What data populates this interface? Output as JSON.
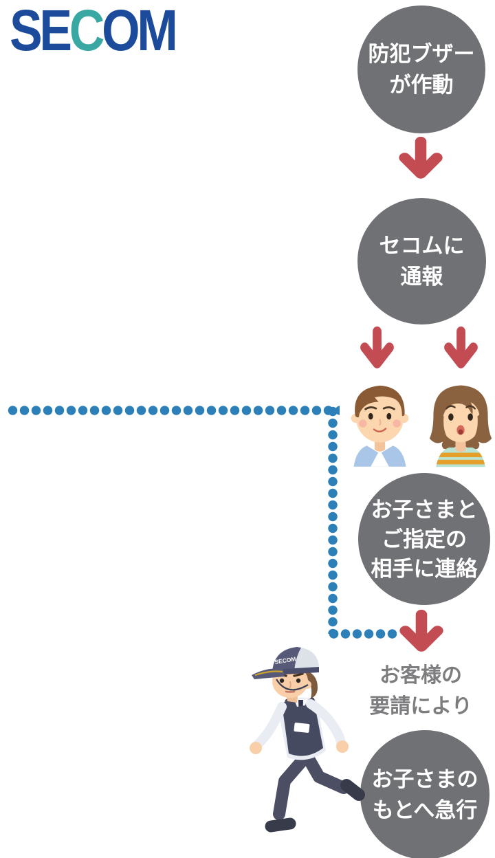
{
  "logo": {
    "brand": "SECOM",
    "part_se": "SE",
    "part_c": "C",
    "part_om": "OM",
    "blue": "#1c4b9c",
    "teal": "#3aa8a2"
  },
  "flow": {
    "step1": {
      "line1": "防犯ブザー",
      "line2": "が作動"
    },
    "step2": {
      "line1": "セコムに",
      "line2": "通報"
    },
    "step3": {
      "line1": "お子さまと",
      "line2": "ご指定の",
      "line3": "相手に連絡"
    },
    "note": {
      "line1": "お客様の",
      "line2": "要請により"
    },
    "step4": {
      "line1": "お子さまの",
      "line2": "もとへ急行"
    }
  },
  "guard": {
    "cap_label": "SECOM"
  },
  "colors": {
    "circle_gray": "#707174",
    "arrow_red": "#c34b52",
    "dots_blue": "#2d80b7",
    "note_gray": "#7d7d7f",
    "logo_blue": "#1c4b9c",
    "logo_teal": "#3aa8a2"
  }
}
